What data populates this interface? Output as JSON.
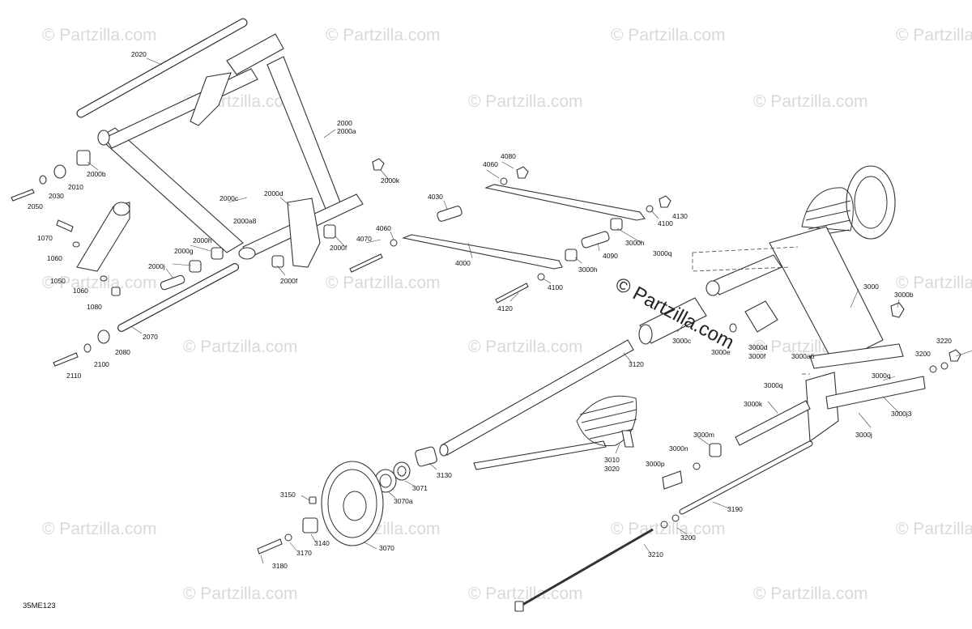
{
  "diagram": {
    "code": "35ME123",
    "watermark": "© Partzilla.com",
    "labels": [
      "2020",
      "2000",
      "2000a",
      "2000b",
      "2010",
      "2030",
      "2050",
      "2000k",
      "2000c",
      "2000d",
      "2000a8",
      "1070",
      "1060",
      "1050",
      "1060",
      "1080",
      "2000h",
      "2000g",
      "2000j",
      "2000f",
      "2000f",
      "2070",
      "2080",
      "2100",
      "2110",
      "4070",
      "4060",
      "4060",
      "4080",
      "4030",
      "4130",
      "4100",
      "3000h",
      "4000",
      "4090",
      "3000h",
      "4100",
      "4120",
      "3000q",
      "3000",
      "3000b",
      "3000c",
      "3000e",
      "3000d",
      "3000f",
      "3120",
      "3000a6",
      "3000q",
      "3000q",
      "3220",
      "3200",
      "3000k",
      "3000j3",
      "3000j",
      "3000m",
      "3000n",
      "3000p",
      "3010",
      "3020",
      "3130",
      "3071",
      "3070a",
      "3150",
      "3140",
      "3170",
      "3180",
      "3070",
      "3190",
      "3200",
      "3210"
    ]
  }
}
